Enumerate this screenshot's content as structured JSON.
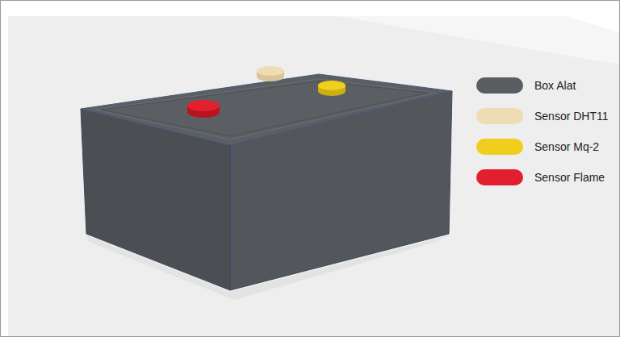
{
  "diagram": {
    "legend": [
      {
        "text": "Box Alat",
        "color": "#5a5e63"
      },
      {
        "text": "Sensor DHT11",
        "color": "#eedcb2"
      },
      {
        "text": "Sensor Mq-2",
        "color": "#f1cd1c"
      },
      {
        "text": "Sensor Flame",
        "color": "#e21f2e"
      }
    ]
  }
}
